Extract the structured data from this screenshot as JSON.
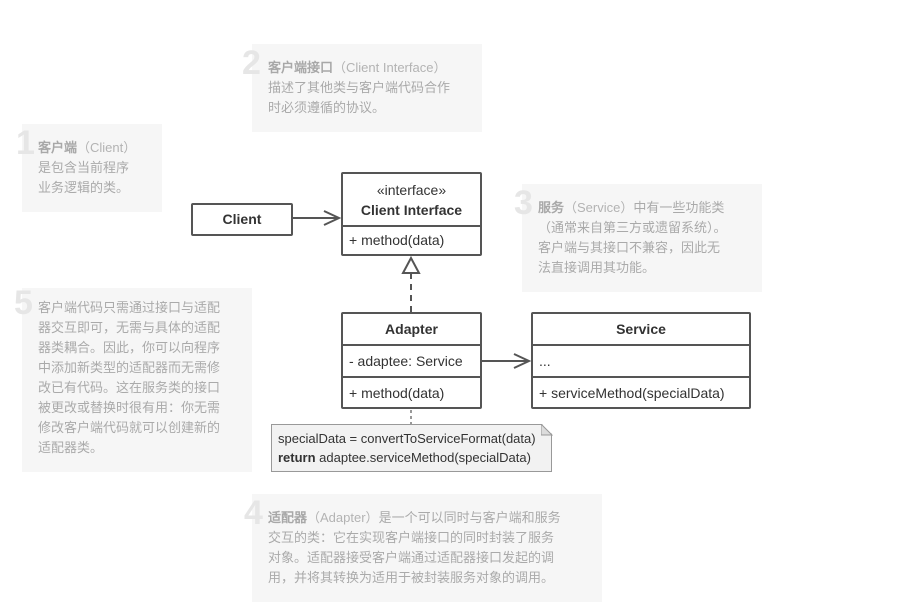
{
  "notes": {
    "n1": {
      "number": "1",
      "title": "客户端",
      "en": "（Client）",
      "lines": [
        "是包含当前程序",
        "业务逻辑的类。"
      ]
    },
    "n2": {
      "number": "2",
      "title": "客户端接口",
      "en": "（Client Interface）",
      "lines": [
        "描述了其他类与客户端代码合作",
        "时必须遵循的协议。"
      ]
    },
    "n3": {
      "number": "3",
      "title": "服务",
      "en": "（Service）",
      "tail": "中有一些功能类",
      "lines": [
        "（通常来自第三方或遗留系统）。",
        "客户端与其接口不兼容，因此无",
        "法直接调用其功能。"
      ]
    },
    "n4": {
      "number": "4",
      "title": "适配器",
      "en": "（Adapter）",
      "tail": "是一个可以同时与客户端和服务",
      "lines": [
        "交互的类：它在实现客户端接口的同时封装了服务",
        "对象。适配器接受客户端通过适配器接口发起的调",
        "用，并将其转换为适用于被封装服务对象的调用。"
      ]
    },
    "n5": {
      "number": "5",
      "lines": [
        "客户端代码只需通过接口与适配",
        "器交互即可，无需与具体的适配",
        "器类耦合。因此，你可以向程序",
        "中添加新类型的适配器而无需修",
        "改已有代码。这在服务类的接口",
        "被更改或替换时很有用：你无需",
        "修改客户端代码就可以创建新的",
        "适配器类。"
      ]
    }
  },
  "classes": {
    "client": {
      "name": "Client"
    },
    "client_interface": {
      "stereotype": "«interface»",
      "name": "Client Interface",
      "method": "+ method(data)"
    },
    "adapter": {
      "name": "Adapter",
      "field": "- adaptee: Service",
      "method": "+ method(data)"
    },
    "service": {
      "name": "Service",
      "field": "...",
      "method": "+ serviceMethod(specialData)"
    }
  },
  "code": {
    "line1": "specialData = convertToServiceFormat(data)",
    "keyword": "return",
    "line2_rest": " adaptee.serviceMethod(specialData)"
  }
}
